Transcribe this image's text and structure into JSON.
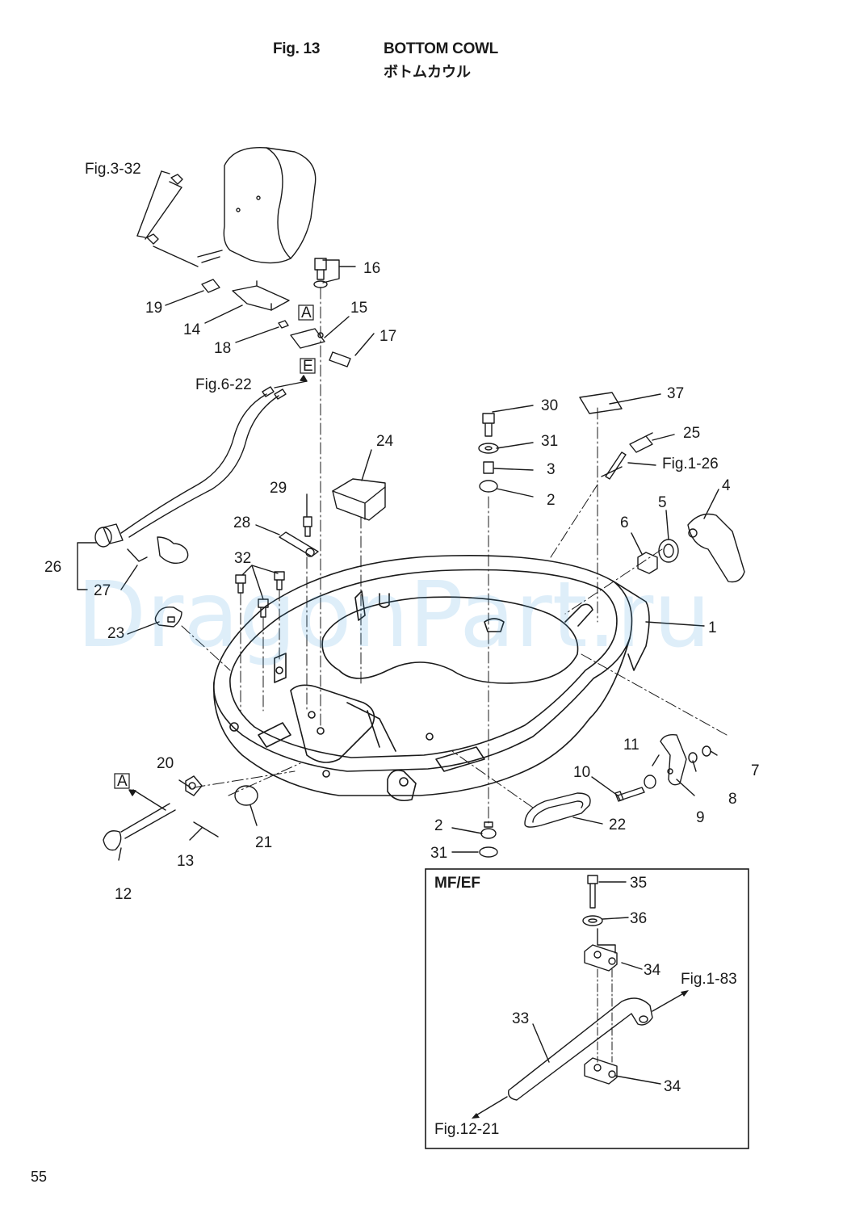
{
  "header": {
    "fig_number": "Fig. 13",
    "title": "BOTTOM COWL",
    "subtitle": "ボトムカウル"
  },
  "watermark": "DragonPart.ru",
  "page_number": "55",
  "references": {
    "fig3_32": "Fig.3-32",
    "fig6_22": "Fig.6-22",
    "fig1_26": "Fig.1-26",
    "fig1_83": "Fig.1-83",
    "fig12_21": "Fig.12-21"
  },
  "markers": {
    "a_top": "A",
    "e": "E",
    "a_bottom": "A"
  },
  "inset": {
    "label": "MF/EF",
    "callouts": [
      "35",
      "36",
      "34",
      "33",
      "34"
    ]
  },
  "callouts": [
    "16",
    "19",
    "15",
    "14",
    "17",
    "18",
    "30",
    "37",
    "31",
    "25",
    "3",
    "24",
    "2",
    "29",
    "4",
    "5",
    "6",
    "28",
    "32",
    "26",
    "27",
    "1",
    "23",
    "11",
    "7",
    "20",
    "10",
    "8",
    "9",
    "22",
    "2",
    "21",
    "13",
    "31",
    "12"
  ],
  "colors": {
    "line": "#1a1a1a",
    "watermark": "#3a9bdc"
  }
}
